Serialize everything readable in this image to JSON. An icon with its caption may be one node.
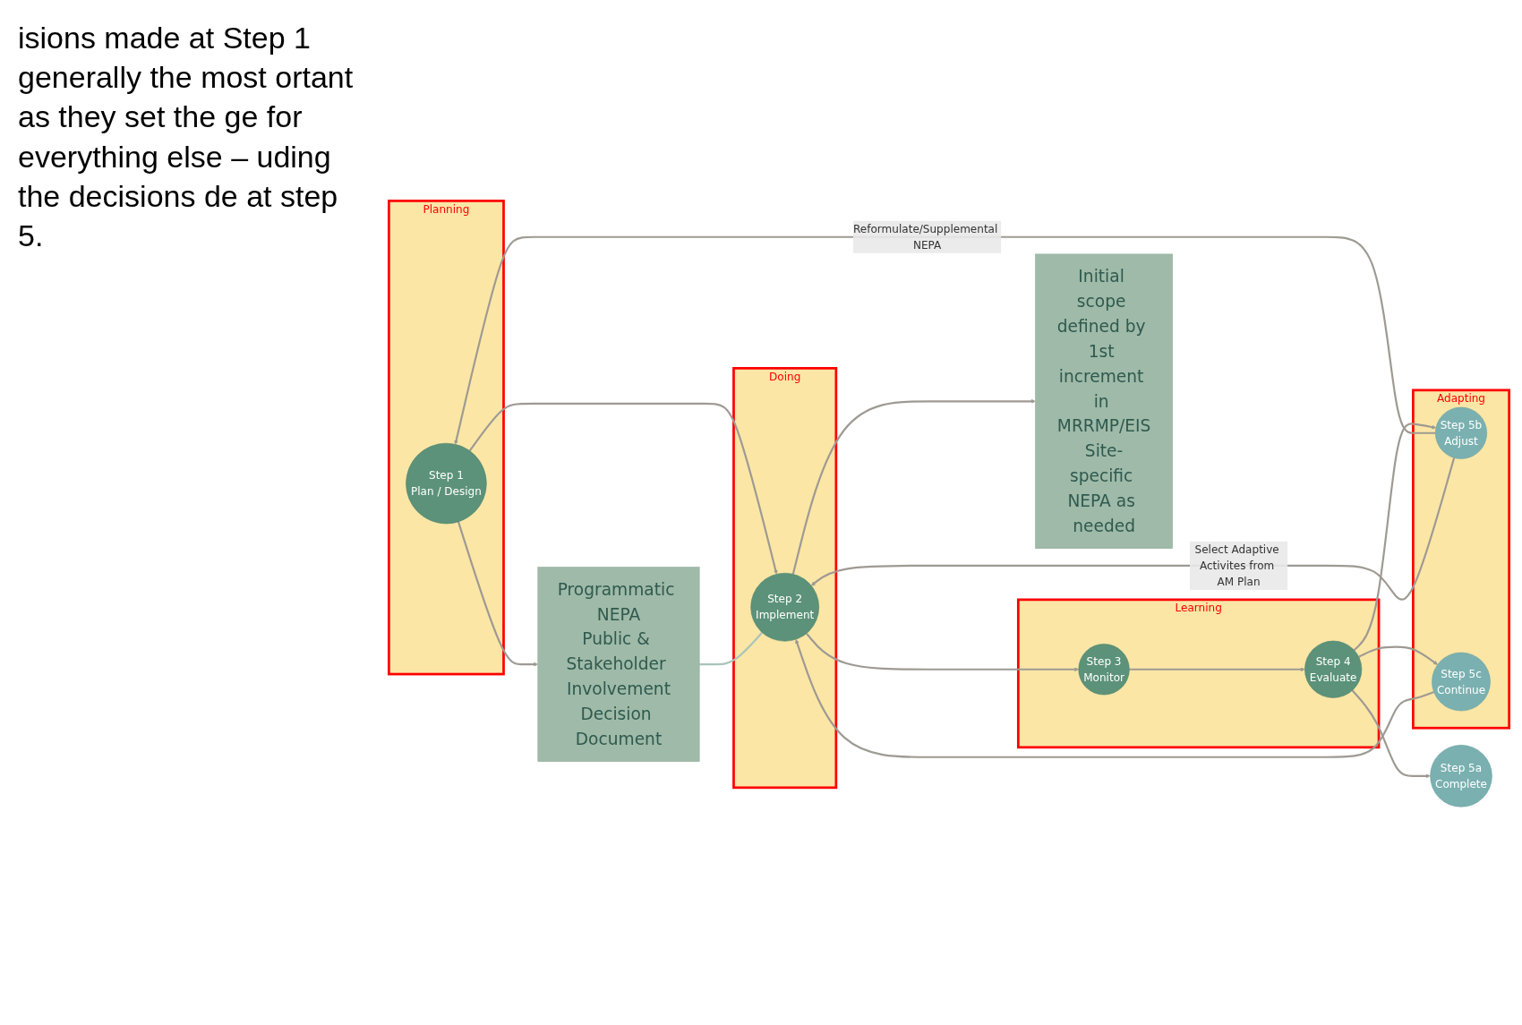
{
  "diagram": {
    "nodes": [
      {
        "text": [
          "Planning"
        ]
      },
      {
        "text": [
          "Step 1",
          "Plan / Design"
        ],
        "in": 0
      },
      {
        "text": [
          "Programmatic NEPA",
          "Public & Stakeholder Involvement",
          "Decision Document"
        ]
      },
      {
        "text": [
          "Adapting"
        ]
      },
      {
        "text": [
          "Step 5b",
          "Adjust"
        ],
        "in": 3
      },
      {
        "text": [
          "Step 5c",
          "Continue"
        ],
        "in": 3
      },
      {
        "text": [
          "Doing"
        ]
      },
      {
        "text": [
          "Step 2",
          "Implement"
        ],
        "in": 6
      },
      {
        "text": [
          "Initial scope defined by 1st increment in MRRMP/EIS",
          "Site-specific NEPA as needed"
        ]
      },
      {
        "text": [
          "Step 5a",
          "Complete"
        ]
      },
      {
        "text": [
          "Learning"
        ]
      },
      {
        "text": [
          "Step 4",
          "Evaluate"
        ],
        "in": 10
      },
      {
        "text": [
          "Step 3",
          "Monitor"
        ],
        "in": 10
      }
    ],
    "edges": [
      {
        "from": 1,
        "to": 2,
        "arrow": "to"
      },
      {
        "from": 1,
        "to": 7,
        "arrow": "to"
      },
      {
        "from": 2,
        "to": 7,
        "arrow": "none",
        "color": "#a9c4bb"
      },
      {
        "from": 7,
        "to": 8,
        "arrow": "to"
      },
      {
        "from": 7,
        "to": 12,
        "arrow": "to"
      },
      {
        "from": 12,
        "to": 11,
        "arrow": "to"
      },
      {
        "from": 11,
        "to": 9,
        "arrow": "to"
      },
      {
        "from": 11,
        "to": 4,
        "arrow": "to"
      },
      {
        "from": 11,
        "to": 5,
        "arrow": "to"
      },
      {
        "from": 5,
        "to": 7,
        "arrow": "to"
      },
      {
        "from": 4,
        "to": 1,
        "arrow": "to",
        "label": "Reformulate/Supplemental NEPA"
      },
      {
        "from": 4,
        "to": 7,
        "arrow": "to",
        "label": "Select Adaptive Activites from AM Plan"
      }
    ],
    "labels": [
      "isions made at Step 1 generally the most ortant as they set the ge for everything else – uding the decisions de at step 5."
    ]
  }
}
